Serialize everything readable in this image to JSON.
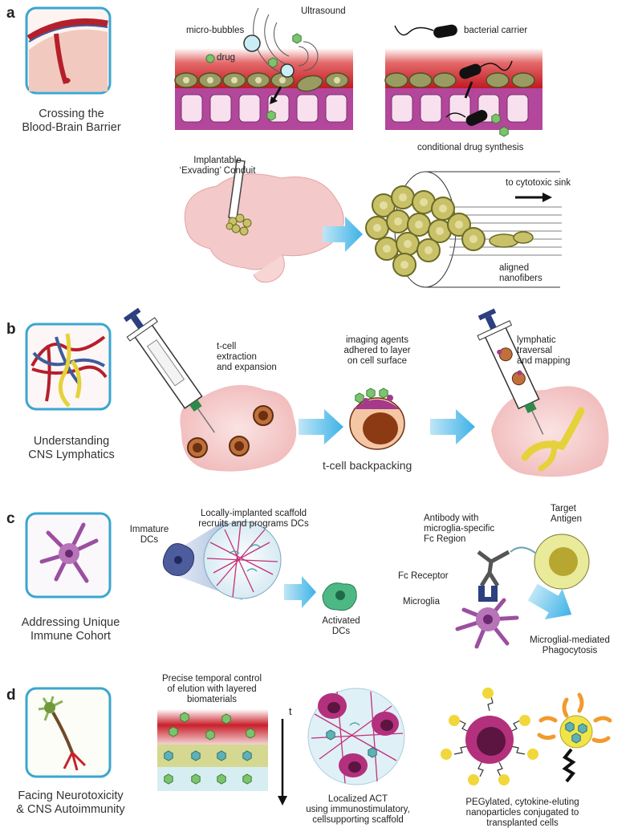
{
  "panels": {
    "a": {
      "letter": "a",
      "caption_line1": "Crossing the",
      "caption_line2": "Blood-Brain Barrier",
      "labels": {
        "ultrasound": "Ultrasound",
        "microbubbles": "micro-bubbles",
        "drug": "drug",
        "bacterial_carrier": "bacterial carrier",
        "conditional_synthesis": "conditional drug synthesis",
        "conduit_line1": "Implantable",
        "conduit_line2": "‘Exvading’ Conduit",
        "cytotoxic_sink": "to cytotoxic sink",
        "nanofibers_line1": "aligned",
        "nanofibers_line2": "nanofibers"
      }
    },
    "b": {
      "letter": "b",
      "caption_line1": "Understanding",
      "caption_line2": "CNS Lymphatics",
      "labels": {
        "extraction_line1": "t-cell",
        "extraction_line2": "extraction",
        "extraction_line3": "and expansion",
        "imaging_line1": "imaging agents",
        "imaging_line2": "adhered to layer",
        "imaging_line3": "on cell surface",
        "lymphatic_line1": "lymphatic",
        "lymphatic_line2": "traversal",
        "lymphatic_line3": "and mapping",
        "backpacking": "t-cell backpacking"
      }
    },
    "c": {
      "letter": "c",
      "caption_line1": "Addressing Unique",
      "caption_line2": "Immune Cohort",
      "labels": {
        "scaffold_line1": "Locally-implanted scaffold",
        "scaffold_line2": "recruits and programs DCs",
        "immature_line1": "Immature",
        "immature_line2": "DCs",
        "activated_line1": "Activated",
        "activated_line2": "DCs",
        "antibody_line1": "Antibody with",
        "antibody_line2": "microglia-specific",
        "antibody_line3": "Fc Region",
        "target_line1": "Target",
        "target_line2": "Antigen",
        "fc_receptor": "Fc Receptor",
        "microglia": "Microglia",
        "phago_line1": "Microglial-mediated",
        "phago_line2": "Phagocytosis"
      }
    },
    "d": {
      "letter": "d",
      "caption_line1": "Facing Neurotoxicity",
      "caption_line2": "& CNS Autoimmunity",
      "labels": {
        "precise_line1": "Precise temporal control",
        "precise_line2": "of elution with layered",
        "precise_line3": "biomaterials",
        "time": "t",
        "act_line1": "Localized ACT",
        "act_line2": "using immunostimulatory,",
        "act_line3": "cellsupporting scaffold",
        "peg_line1": "PEGylated, cytokine-eluting",
        "peg_line2": "nanoparticles conjugated to",
        "peg_line3": "transplanted cells"
      }
    }
  },
  "colors": {
    "icon_border": "#3aa6cf",
    "arrow_blue": "#5bc0ea",
    "blood_red": "#c8202a",
    "endothelial": "#9a9b62",
    "brain_tissue": "#a33a8a",
    "tumor_cell": "#c9c168",
    "hexagon_green": "#7cc36e",
    "microglia_purple": "#9b4fa0"
  }
}
